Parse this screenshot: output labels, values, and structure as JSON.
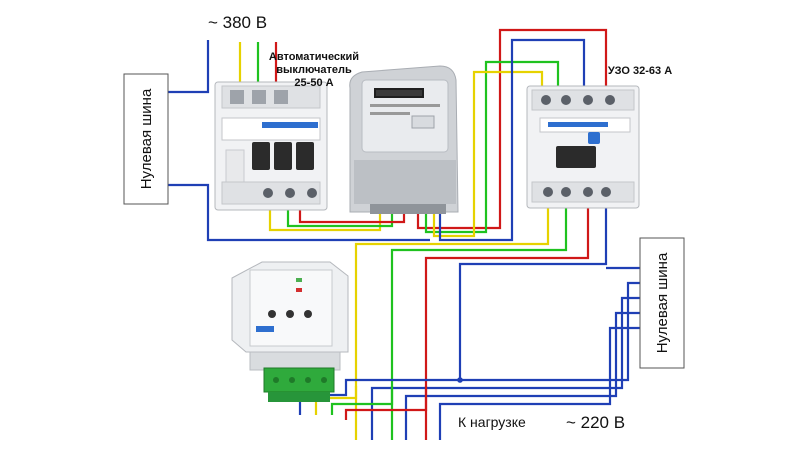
{
  "labels": {
    "voltage_input": "~ 380 В",
    "breaker_line1": "Автоматический",
    "breaker_line2": "выключатель",
    "breaker_line3": "25-50 А",
    "rcd": "УЗО 32-63 А",
    "neutral_bus_left": "Нулевая шина",
    "neutral_bus_right": "Нулевая шина",
    "load": "К нагрузке",
    "voltage_output": "~ 220 В"
  },
  "colors": {
    "neutral": "#1f3fb5",
    "phase_yellow": "#e6d200",
    "phase_green": "#1fc21f",
    "phase_red": "#d01818",
    "device_body": "#eef0f2",
    "relay_terminal": "#2faa3c"
  },
  "icons": {
    "breaker": "circuit-breaker-3pole",
    "meter": "electricity-meter",
    "rcd": "residual-current-device-4pole",
    "relay": "voltage-monitoring-relay"
  }
}
